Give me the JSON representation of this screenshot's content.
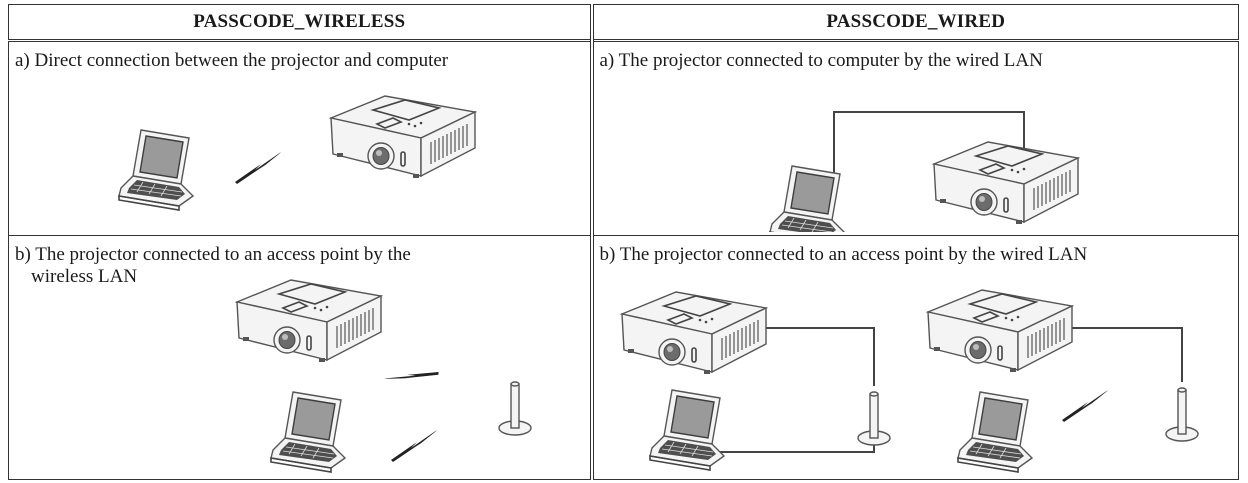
{
  "headers": {
    "wireless": "PASSCODE_WIRELESS",
    "wired": "PASSCODE_WIRED"
  },
  "cells": {
    "wireless_a": "a) Direct connection between the projector and computer",
    "wireless_b_line1": "b) The projector connected to an access point by the",
    "wireless_b_line2": "wireless LAN",
    "wired_a": "a) The projector connected to computer by the wired LAN",
    "wired_b": "b) The projector connected to an access point by the wired LAN"
  },
  "icons": [
    "projector-icon",
    "laptop-icon",
    "access-point-icon",
    "wireless-signal-icon",
    "lan-cable-icon"
  ]
}
